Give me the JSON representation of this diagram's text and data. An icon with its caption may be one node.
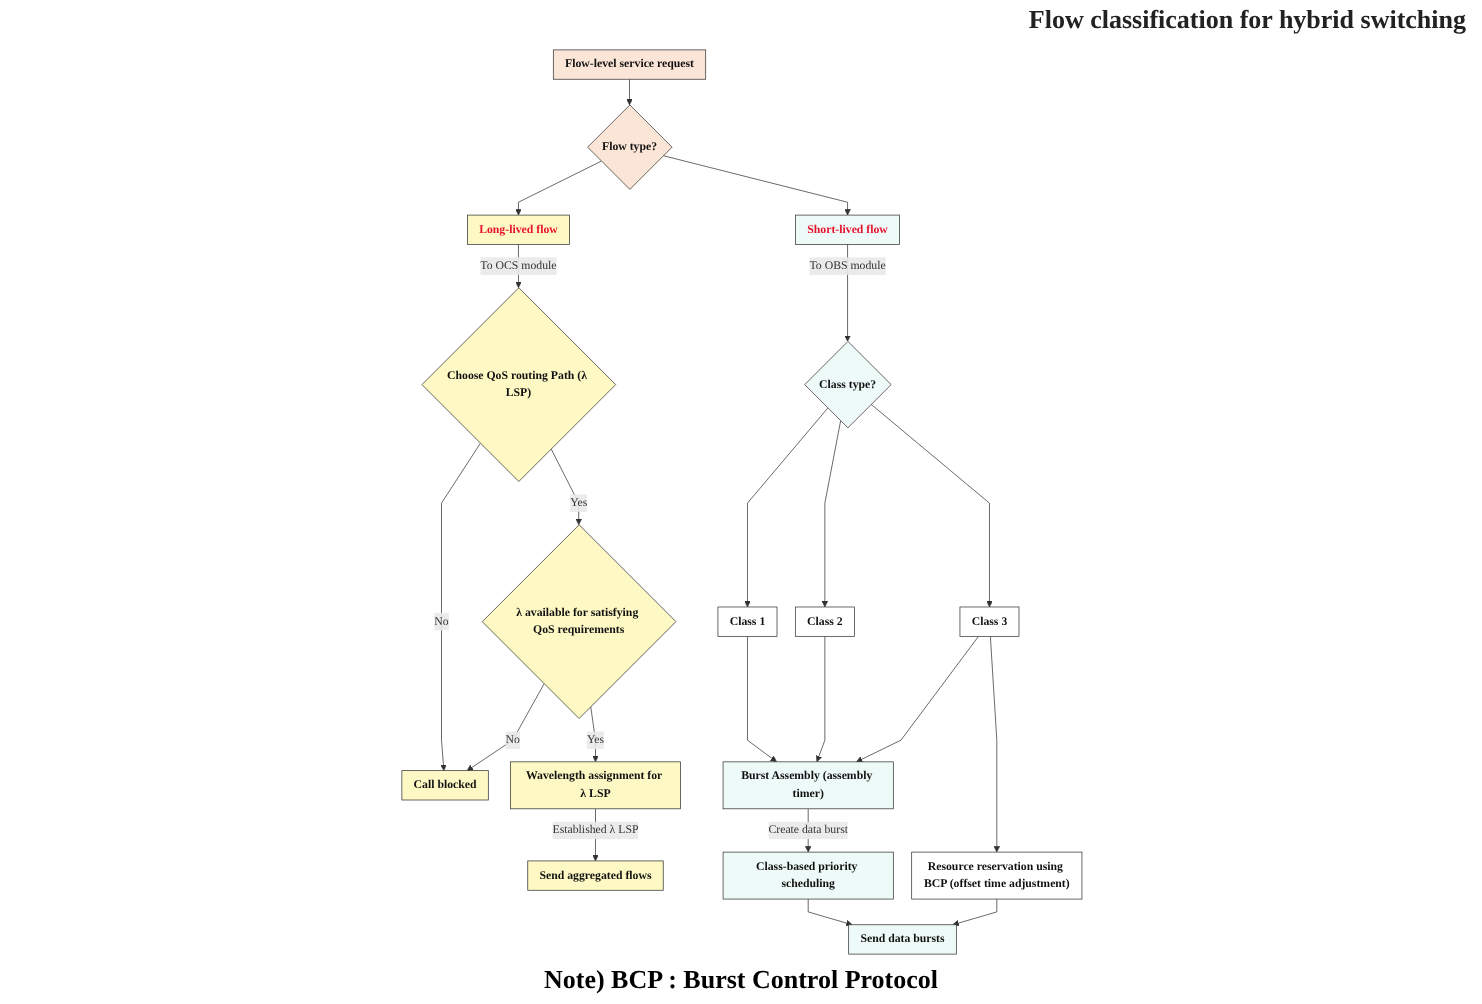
{
  "diagram": {
    "nodes": [
      {
        "text": [
          "Flow-level service request"
        ]
      },
      {
        "text": [
          "Flow type?"
        ]
      },
      {
        "text": [
          "Long-lived flow"
        ]
      },
      {
        "text": [
          "Short-lived flow"
        ]
      },
      {
        "text": [
          "Choose QoS routing Path (λ LSP)"
        ]
      },
      {
        "text": [
          "λ available for satisfying QoS requirements"
        ]
      },
      {
        "text": [
          "Call blocked"
        ]
      },
      {
        "text": [
          "Wavelength assignment for λ LSP"
        ]
      },
      {
        "text": [
          "Send aggregated flows"
        ]
      },
      {
        "text": [
          "Class type?"
        ]
      },
      {
        "text": [
          "Class 1"
        ]
      },
      {
        "text": [
          "Class 2"
        ]
      },
      {
        "text": [
          "Class 3"
        ]
      },
      {
        "text": [
          "Burst Assembly (assembly timer)"
        ]
      },
      {
        "text": [
          "Resource reservation using BCP (offset time adjustment)"
        ]
      },
      {
        "text": [
          "Class-based priority scheduling"
        ]
      },
      {
        "text": [
          "Send data bursts"
        ]
      }
    ],
    "edges": [
      {
        "from": 0,
        "to": 1,
        "arrow": "to"
      },
      {
        "from": 1,
        "to": 2,
        "arrow": "to"
      },
      {
        "from": 1,
        "to": 3,
        "arrow": "to"
      },
      {
        "from": 2,
        "to": 4,
        "arrow": "to",
        "label": "To OCS module"
      },
      {
        "from": 3,
        "to": 9,
        "arrow": "to",
        "label": "To OBS module"
      },
      {
        "from": 4,
        "to": 6,
        "arrow": "to",
        "label": "No"
      },
      {
        "from": 4,
        "to": 5,
        "arrow": "to",
        "label": "Yes"
      },
      {
        "from": 5,
        "to": 6,
        "arrow": "to",
        "label": "No"
      },
      {
        "from": 5,
        "to": 7,
        "arrow": "to",
        "label": "Yes"
      },
      {
        "from": 7,
        "to": 8,
        "arrow": "to",
        "label": "Established λ LSP"
      },
      {
        "from": 9,
        "to": 10,
        "arrow": "to"
      },
      {
        "from": 9,
        "to": 11,
        "arrow": "to"
      },
      {
        "from": 9,
        "to": 12,
        "arrow": "to"
      },
      {
        "from": 10,
        "to": 13,
        "arrow": "to"
      },
      {
        "from": 11,
        "to": 13,
        "arrow": "to"
      },
      {
        "from": 12,
        "to": 13,
        "arrow": "to"
      },
      {
        "from": 12,
        "to": 14,
        "arrow": "to"
      },
      {
        "from": 13,
        "to": 15,
        "arrow": "to",
        "label": "Create data burst"
      },
      {
        "from": 14,
        "to": 16,
        "arrow": "to"
      },
      {
        "from": 15,
        "to": 16,
        "arrow": "to"
      }
    ],
    "labels": [
      "Flow classification for hybrid switching",
      "Note) BCP : Burst Control Protocol"
    ]
  }
}
